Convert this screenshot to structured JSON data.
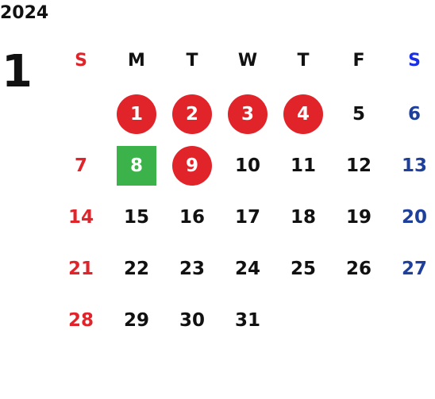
{
  "calendar": {
    "year": "2024",
    "month": "1",
    "weekdays": [
      "S",
      "M",
      "T",
      "W",
      "T",
      "F",
      "S"
    ],
    "weeks": [
      [
        "",
        "1",
        "2",
        "3",
        "4",
        "5",
        "6"
      ],
      [
        "7",
        "8",
        "9",
        "10",
        "11",
        "12",
        "13"
      ],
      [
        "14",
        "15",
        "16",
        "17",
        "18",
        "19",
        "20"
      ],
      [
        "21",
        "22",
        "23",
        "24",
        "25",
        "26",
        "27"
      ],
      [
        "28",
        "29",
        "30",
        "31",
        "",
        "",
        ""
      ]
    ],
    "holidays": [
      "1",
      "2",
      "3",
      "4",
      "9"
    ],
    "special_days": [
      "8"
    ],
    "colors": {
      "sunday": "#e0242a",
      "saturday_header": "#1a2fe8",
      "saturday": "#1e3f9a",
      "holiday_circle": "#e0242a",
      "special_square": "#3cb34a",
      "weekday": "#111111"
    }
  }
}
